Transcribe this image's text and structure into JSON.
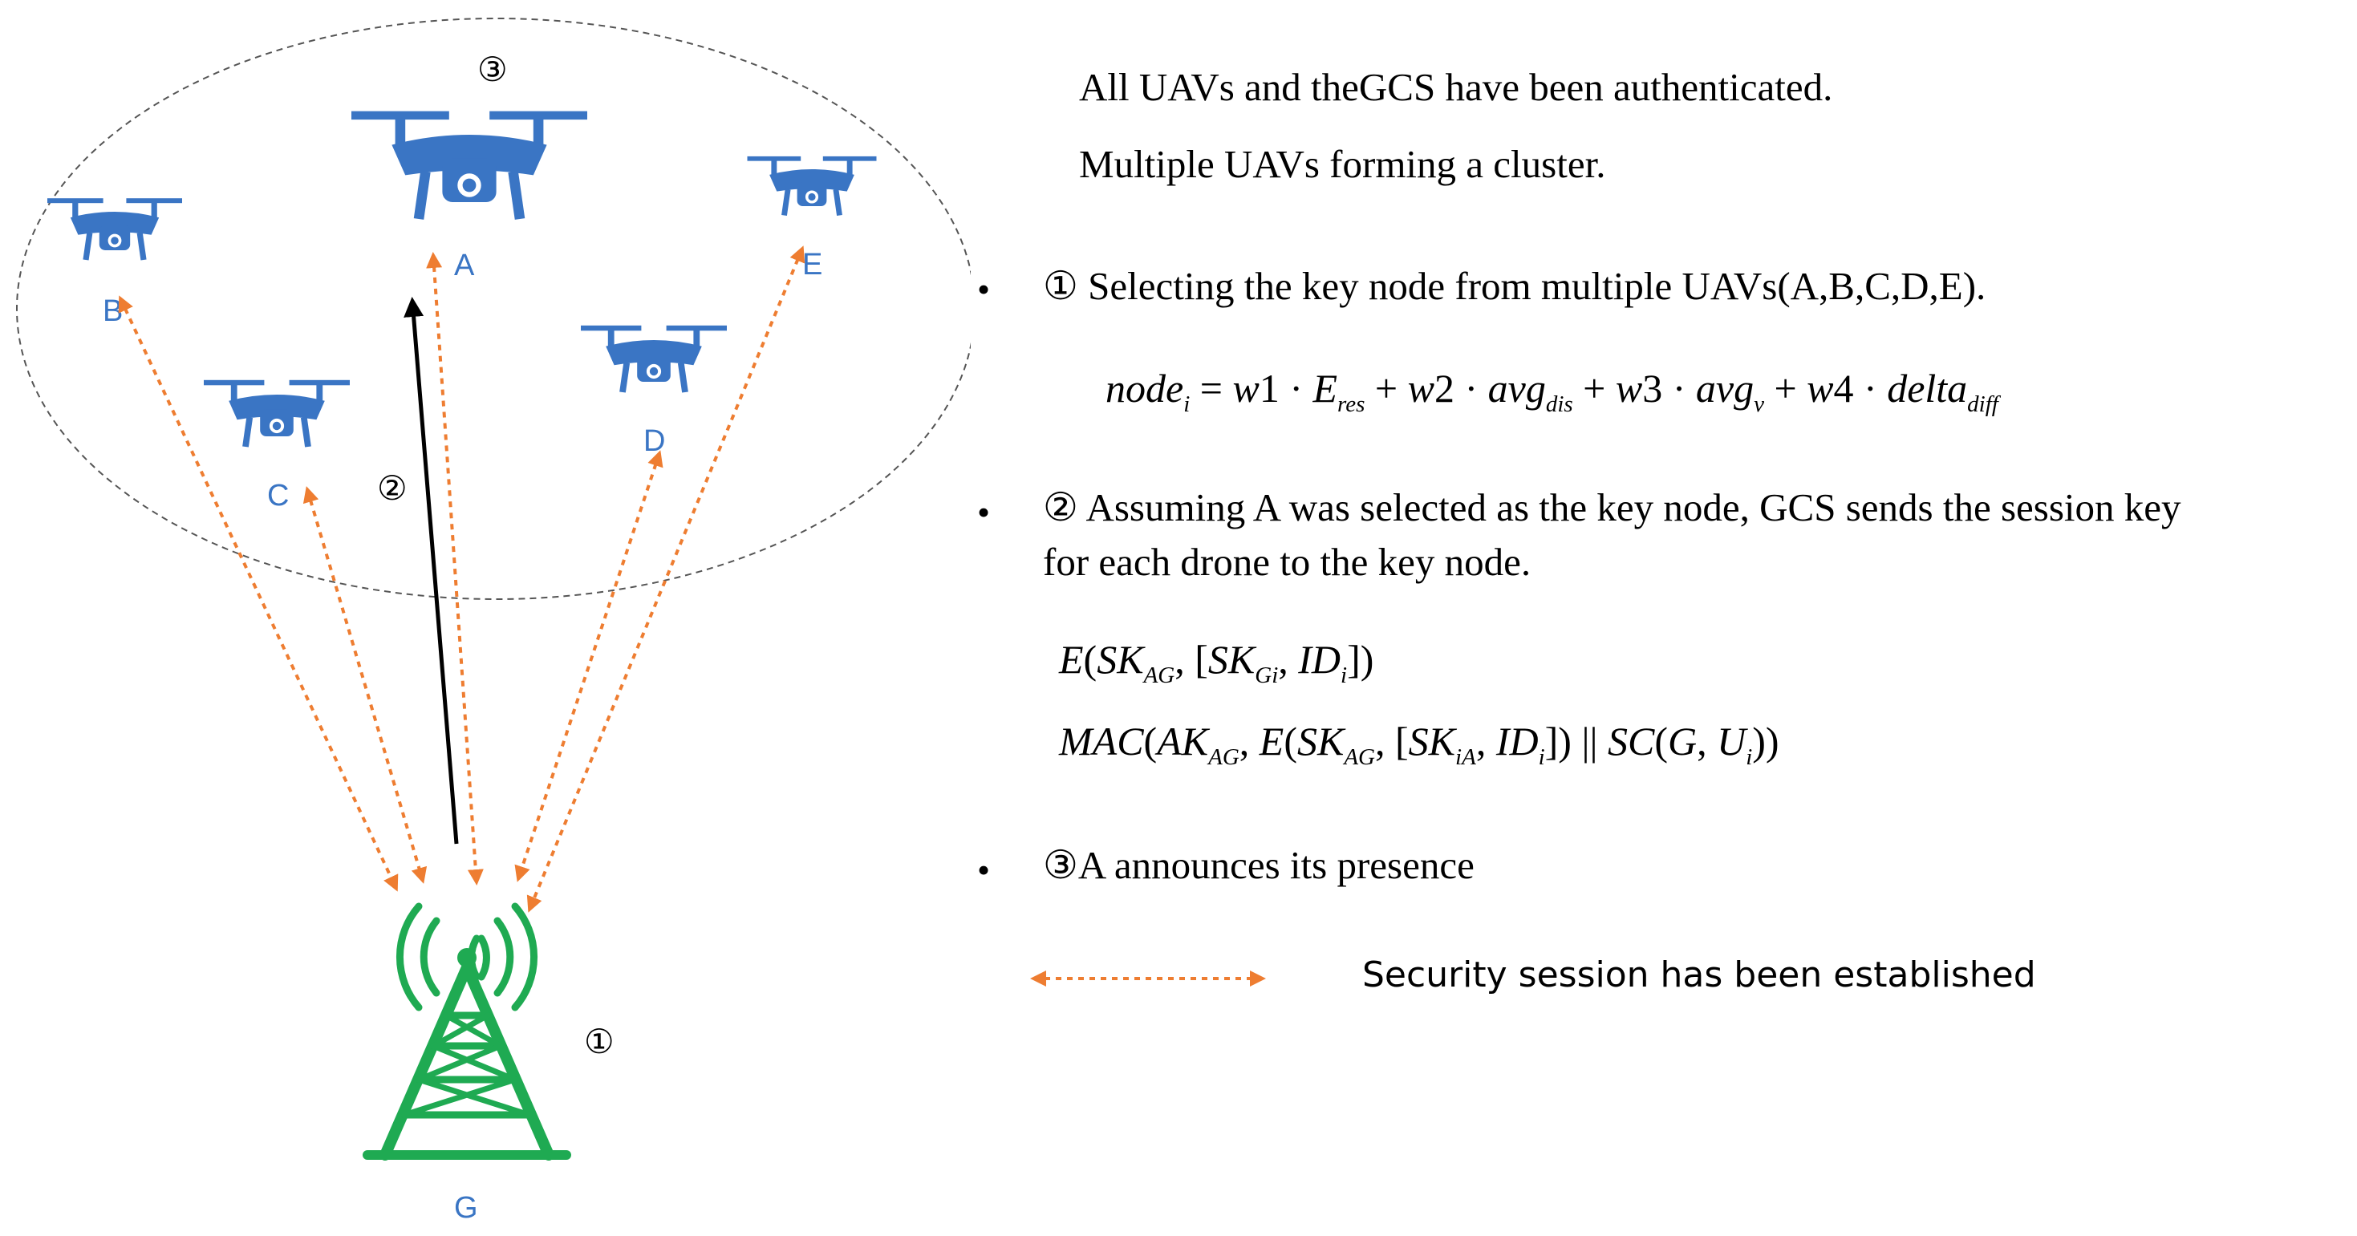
{
  "nodes": {
    "A": "A",
    "B": "B",
    "C": "C",
    "D": "D",
    "E": "E",
    "G": "G"
  },
  "step_markers": {
    "cluster": "③",
    "arrow": "②",
    "tower": "①"
  },
  "colors": {
    "drone": "#3a75c4",
    "tower": "#1faa52",
    "session_arrow": "#ee7d31",
    "key_arrow": "#000000",
    "ellipse": "#555555"
  },
  "icons": {
    "drone": "drone-icon",
    "tower": "radio-tower-icon"
  },
  "text": {
    "intro1": "All UAVs and theGCS have been authenticated.",
    "intro2": "Multiple UAVs forming a cluster.",
    "bullet_glyph": "•",
    "step1": "① Selecting the key node from multiple UAVs(A,B,C,D,E).",
    "step2_line1": "② Assuming A was selected as the key node, GCS sends the session key",
    "step2_line2": "for each drone to the key node.",
    "step3": "③A announces its presence",
    "legend": "Security session has been established"
  }
}
